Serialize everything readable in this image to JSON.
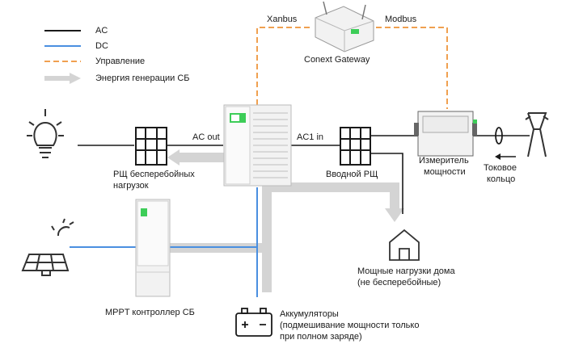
{
  "legend": {
    "ac": "AC",
    "dc": "DC",
    "control": "Управление",
    "energy": "Энергия генерации СБ"
  },
  "links": {
    "xanbus": "Xanbus",
    "modbus": "Modbus",
    "ac_out": "AC out",
    "ac1_in": "AC1 in"
  },
  "devices": {
    "gateway": "Conext Gateway",
    "ups_panel": [
      "РЩ бесперебойных",
      "нагрузок"
    ],
    "input_panel": "Вводной РЩ",
    "meter": [
      "Измеритель",
      "мощности"
    ],
    "current_ring": [
      "Токовое",
      "кольцо"
    ],
    "house_loads": [
      "Мощные нагрузки дома",
      "(не бесперебойные)"
    ],
    "mppt": "MPPT контроллер СБ",
    "battery": [
      "Аккумуляторы",
      "(подмешивание мощности только",
      "при полном заряде)"
    ]
  },
  "colors": {
    "ac": "#1a1a1a",
    "dc": "#4a8fe0",
    "control": "#f0a050",
    "energy": "#d4d4d4",
    "accent": "#3dcd58"
  },
  "icons": [
    "light-bulb-icon",
    "sun-icon",
    "solar-panel-icon",
    "battery-icon",
    "house-icon",
    "power-pylon-icon"
  ]
}
